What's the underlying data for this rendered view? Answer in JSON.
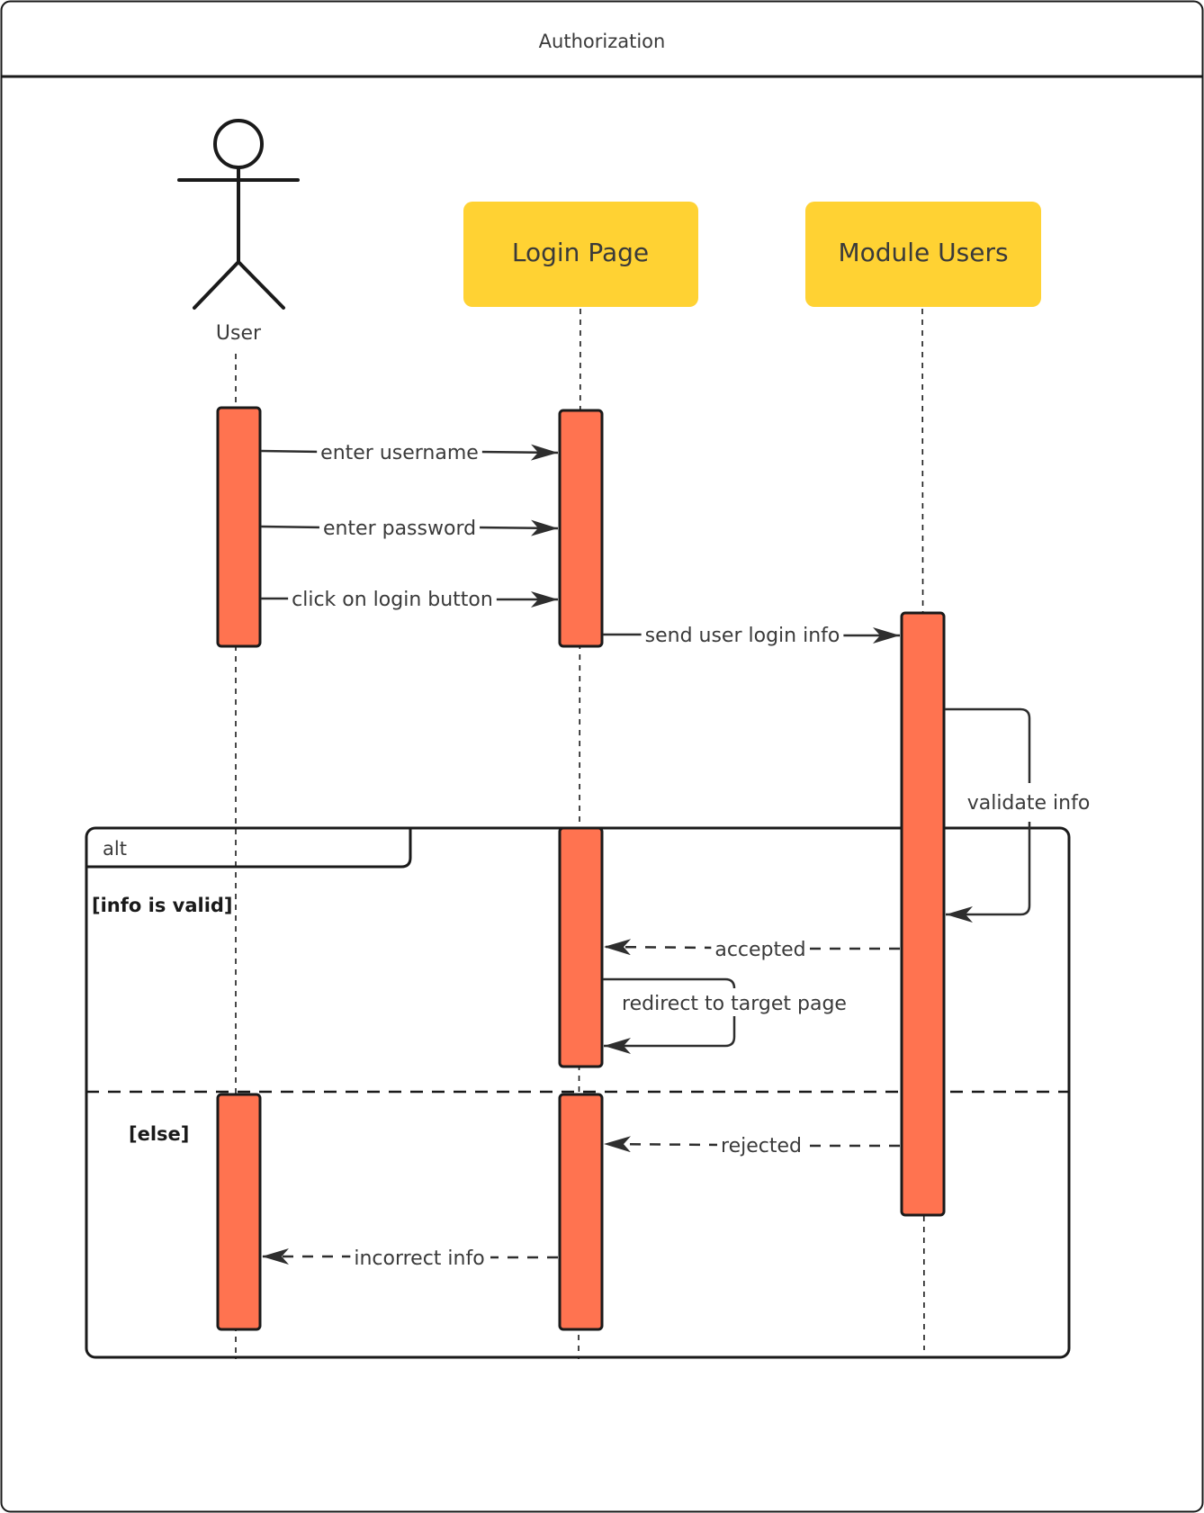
{
  "frame": {
    "title": "Authorization"
  },
  "participants": {
    "user": {
      "label": "User",
      "kind": "actor"
    },
    "login_page": {
      "label": "Login Page",
      "kind": "box"
    },
    "module_users": {
      "label": "Module Users",
      "kind": "box"
    }
  },
  "messages": {
    "enter_username": "enter username",
    "enter_password": "enter password",
    "click_login": "click on login button",
    "send_login_info": "send user login info",
    "validate_info": "validate info",
    "accepted": "accepted",
    "redirect": "redirect to target page",
    "rejected": "rejected",
    "incorrect_info": "incorrect info"
  },
  "alt_fragment": {
    "operator": "alt",
    "guard_valid": "[info is valid]",
    "guard_else": "[else]"
  },
  "colors": {
    "participant_fill": "#ffd233",
    "activation_fill": "#ff7350",
    "stroke": "#1a1a1a",
    "text": "#3a3a3a",
    "background": "#ffffff"
  }
}
